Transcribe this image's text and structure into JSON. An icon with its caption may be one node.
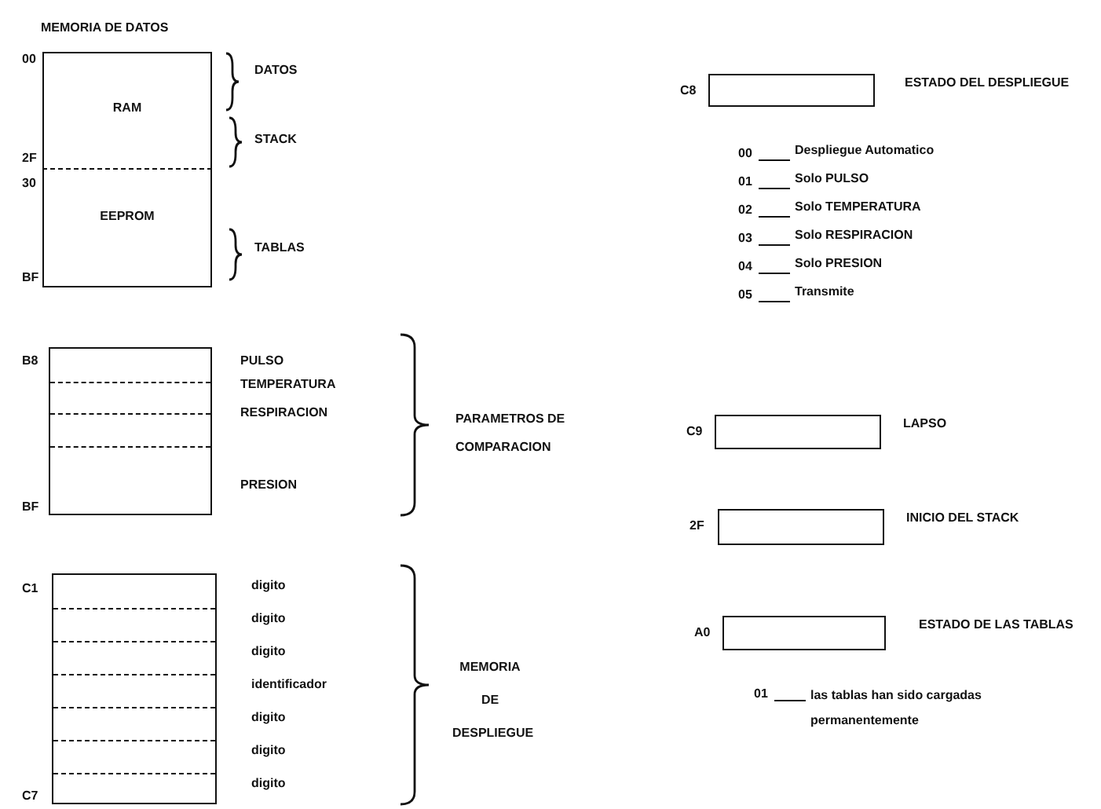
{
  "diagram": {
    "title": "MEMORIA DE DATOS",
    "nodes": [
      {
        "text": [
          "RAM"
        ]
      },
      {
        "text": [
          "EEPROM"
        ]
      },
      {
        "text": [],
        "shape": "box",
        "beside": [
          "PULSO",
          "TEMPERATURA",
          "RESPIRACION",
          "PRESION"
        ]
      },
      {
        "text": [],
        "shape": "box",
        "beside": [
          "digito",
          "digito",
          "digito",
          "identificador",
          "digito",
          "digito",
          "digito"
        ]
      },
      {
        "text": [],
        "shape": "box",
        "beside": [
          "C8",
          "ESTADO DEL DESPLIEGUE"
        ]
      },
      {
        "text": [],
        "shape": "box",
        "beside": [
          "C9",
          "LAPSO"
        ]
      },
      {
        "text": [],
        "shape": "box",
        "beside": [
          "2F",
          "INICIO DEL STACK"
        ]
      },
      {
        "text": [],
        "shape": "box",
        "beside": [
          "A0",
          "ESTADO DE LAS TABLAS"
        ]
      }
    ],
    "labels": [
      "00",
      "2F",
      "30",
      "BF",
      "DATOS",
      "STACK",
      "TABLAS",
      "B8",
      "BF",
      "PARAMETROS DE COMPARACION",
      "C1",
      "C7",
      "MEMORIA DE DESPLIEGUE",
      "00",
      "Despliegue Automatico",
      "01",
      "Solo PULSO",
      "02",
      "Solo TEMPERATURA",
      "03",
      "Solo RESPIRACION",
      "04",
      "Solo PRESION",
      "05",
      "Transmite",
      "01",
      "las tablas han sido cargadas permanentemente"
    ]
  }
}
